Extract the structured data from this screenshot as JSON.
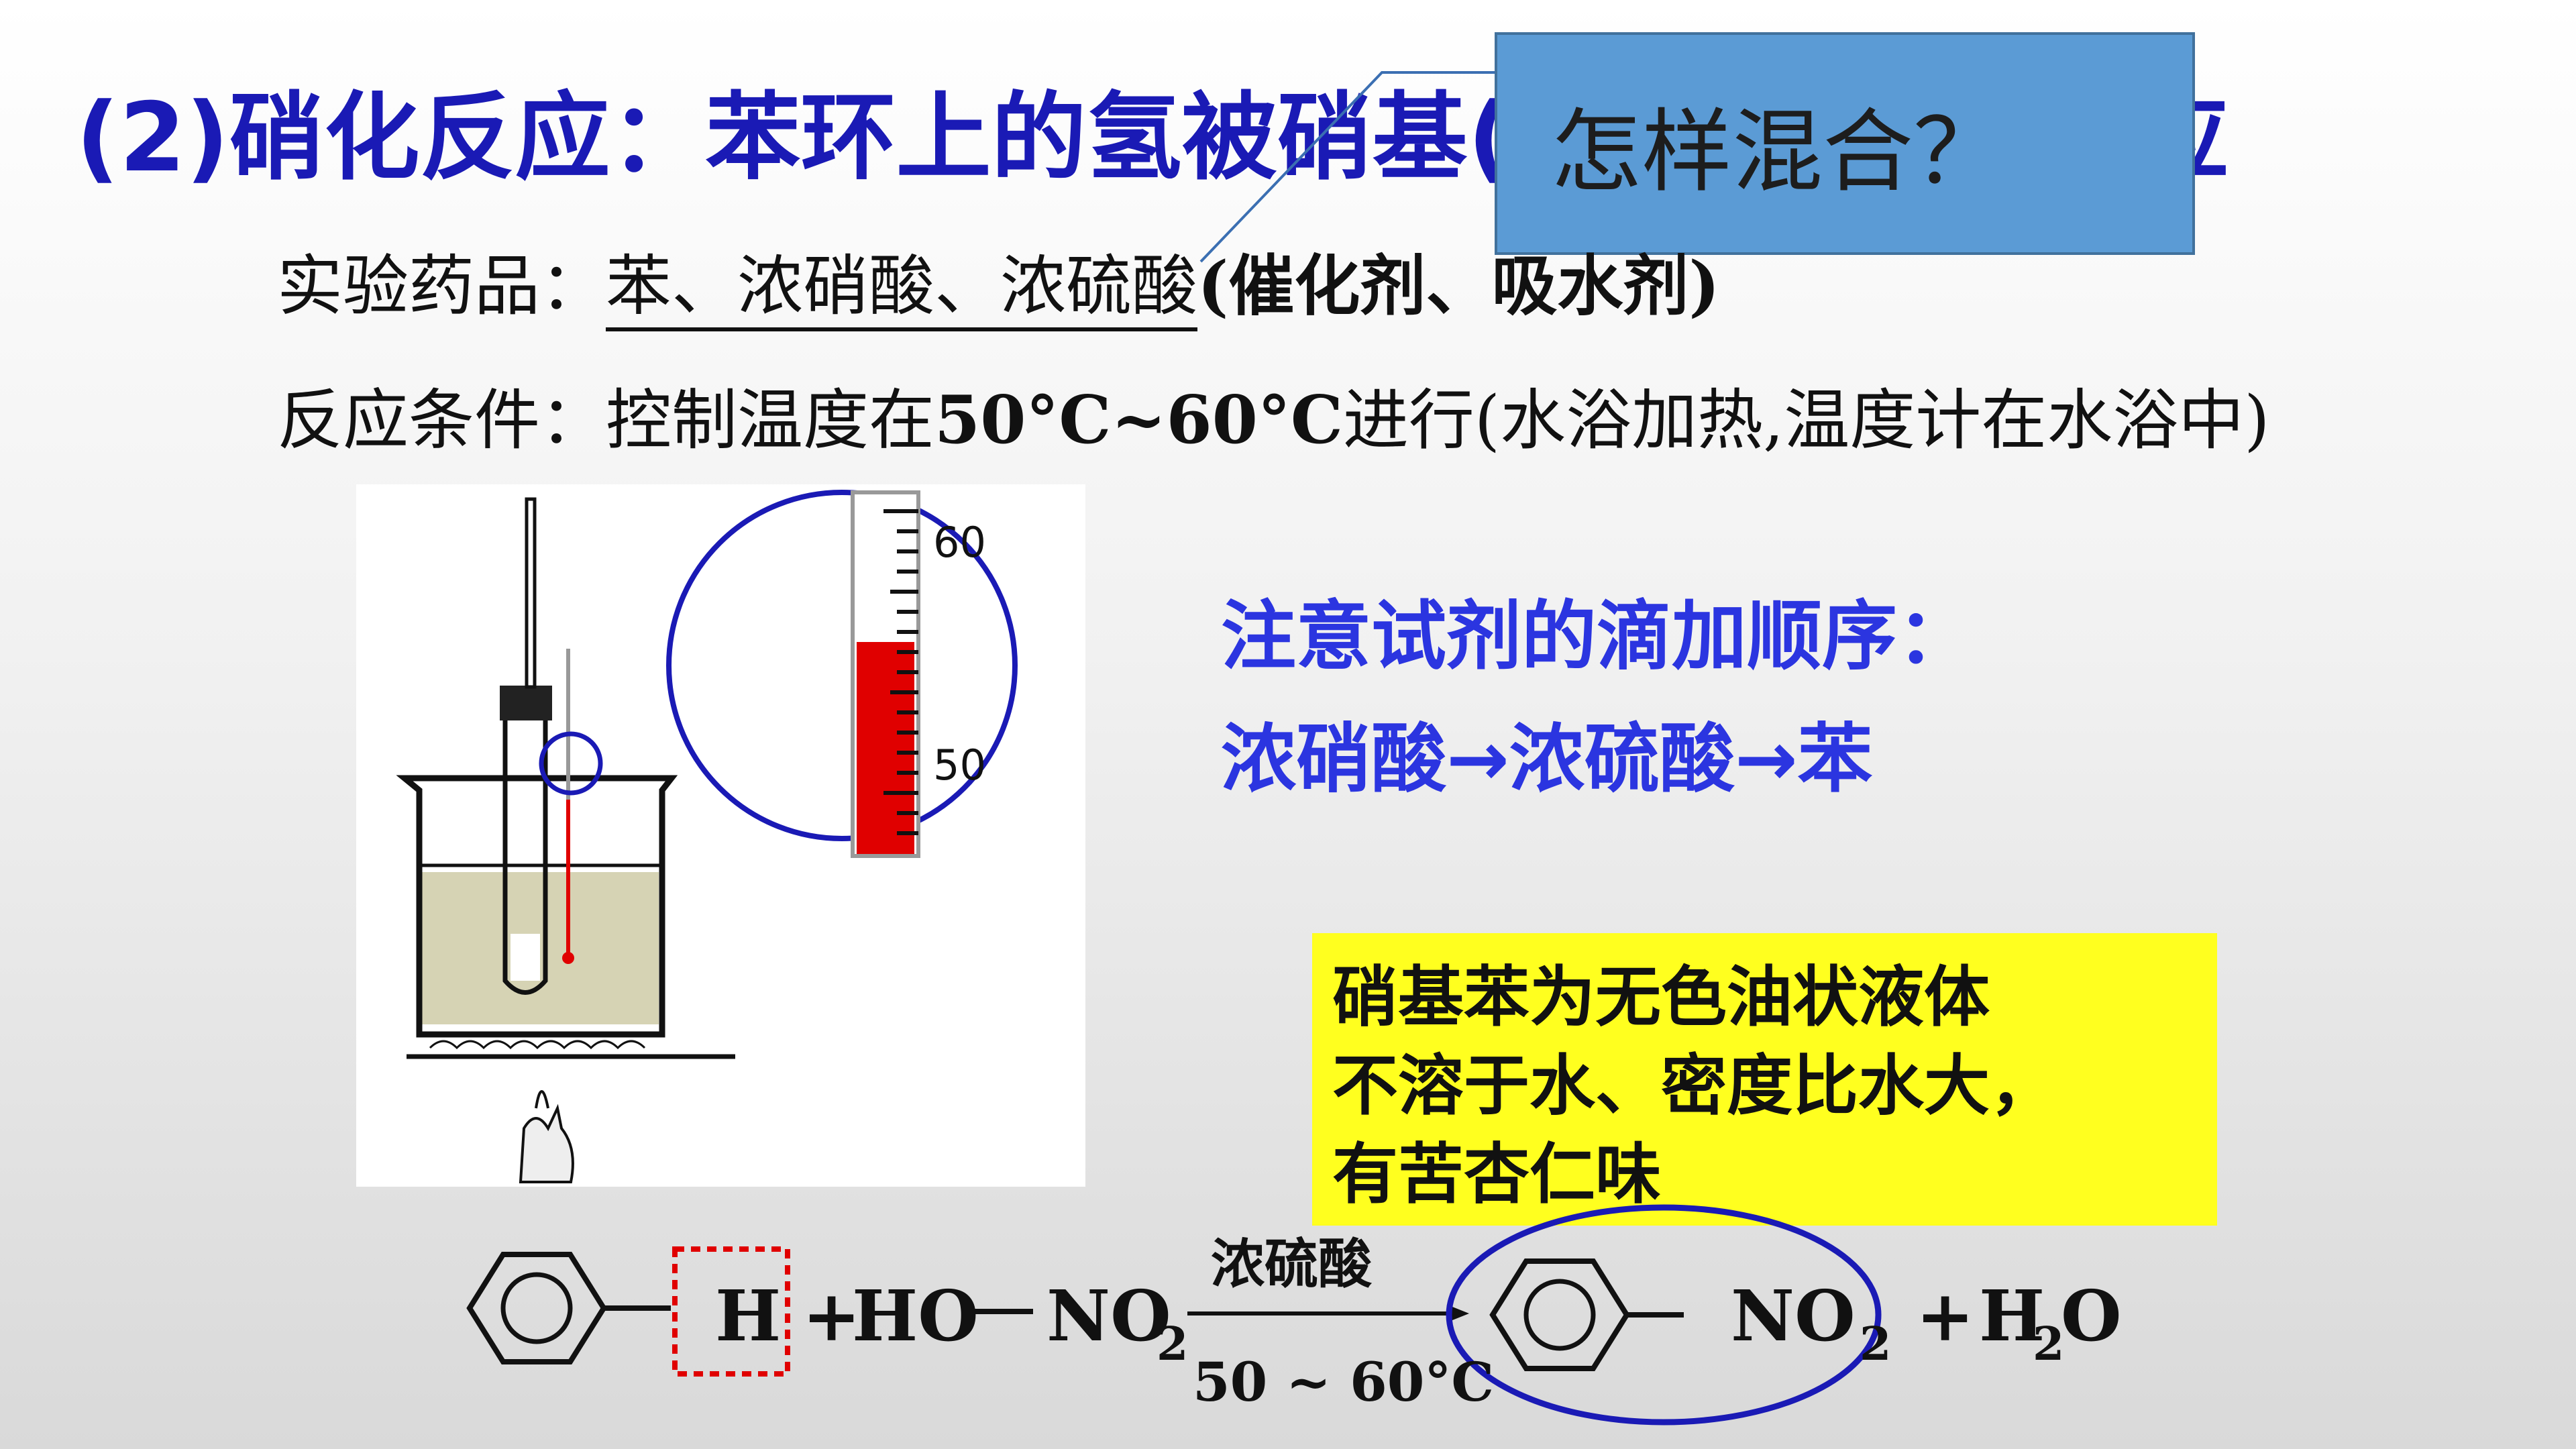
{
  "title": {
    "main": "(2)硝化反应：苯环上的氢被硝基(-",
    "tail": "应"
  },
  "callout": {
    "text": "怎样混合？"
  },
  "reagents": {
    "label": "实验药品：",
    "underlined": "苯、浓硝酸、浓硫酸",
    "rest": "(催化剂、吸水剂)"
  },
  "conditions": {
    "label": "反应条件：控制温度在",
    "temp": "50°C~60°C",
    "rest": "进行(水浴加热,温度计在水浴中)"
  },
  "thermometer": {
    "tick_high": "60",
    "tick_low": "50"
  },
  "order": {
    "heading": "注意试剂的滴加顺序：",
    "sequence": "浓硝酸→浓硫酸→苯"
  },
  "note": {
    "lines": [
      "硝基苯为无色油状液体",
      "不溶于水、密度比水大，",
      "有苦杏仁味"
    ]
  },
  "equation": {
    "h": "H",
    "plus1": "+",
    "ho": "HO",
    "no2_left": "NO",
    "sub2": "2",
    "catalyst": "浓硫酸",
    "temperature": "50 ~ 60°C",
    "no2_right": "NO",
    "plus2": "+",
    "h2o_h": "H",
    "h2o_sub": "2",
    "h2o_o": "O"
  },
  "colors": {
    "title_blue": "#1a1ab5",
    "accent_blue": "#2b35e0",
    "callout_fill": "#5b9bd5",
    "note_fill": "#ffff1f",
    "thermo_red": "#e00000"
  }
}
